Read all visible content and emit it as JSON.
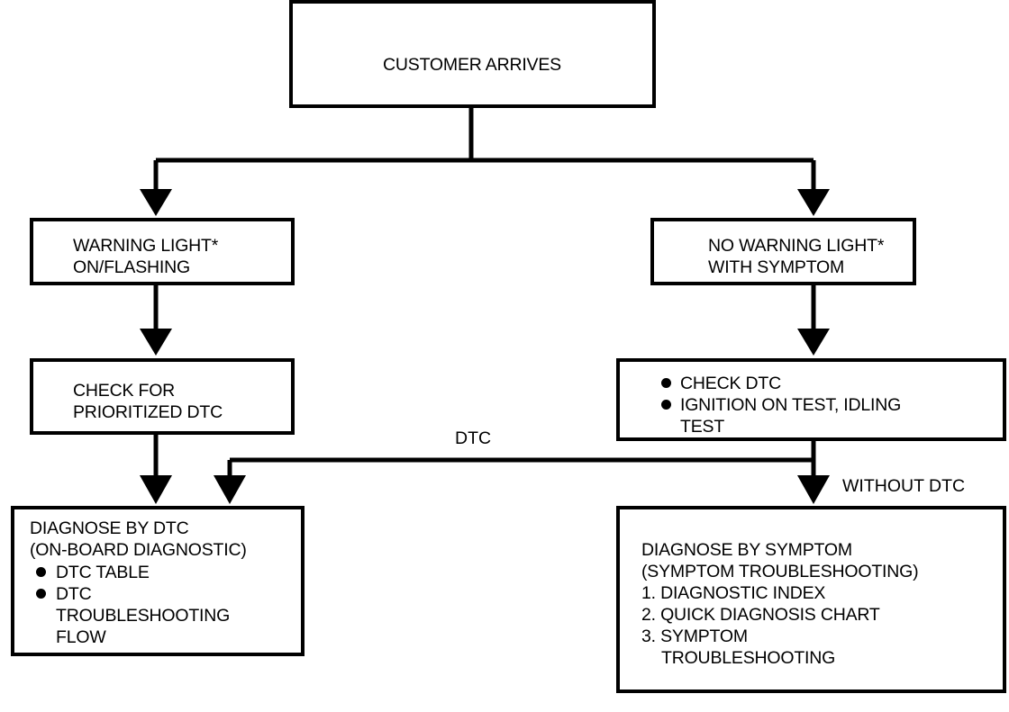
{
  "nodes": {
    "start": "CUSTOMER ARRIVES",
    "warning_on": [
      "WARNING LIGHT*",
      "ON/FLASHING"
    ],
    "no_warning": [
      "NO WARNING LIGHT*",
      "WITH SYMPTOM"
    ],
    "check_prioritized": [
      "CHECK FOR",
      "PRIORITIZED DTC"
    ],
    "check_dtc_bullets": [
      "CHECK DTC",
      "IGNITION ON TEST, IDLING",
      "TEST"
    ],
    "diagnose_dtc": {
      "title": [
        "DIAGNOSE BY DTC",
        "(ON-BOARD DIAGNOSTIC)"
      ],
      "bullet1": "DTC TABLE",
      "bullet2": [
        "DTC",
        "TROUBLESHOOTING",
        "FLOW"
      ]
    },
    "diagnose_symptom": {
      "lines": [
        "DIAGNOSE BY SYMPTOM",
        "(SYMPTOM TROUBLESHOOTING)",
        "1. DIAGNOSTIC INDEX",
        "2. QUICK DIAGNOSIS CHART",
        "3. SYMPTOM",
        "TROUBLESHOOTING"
      ]
    }
  },
  "edge_labels": {
    "dtc": "DTC",
    "without_dtc": "WITHOUT DTC"
  }
}
